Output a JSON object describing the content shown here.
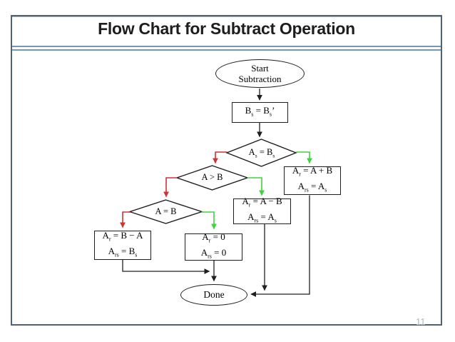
{
  "slide": {
    "title": "Flow Chart for Subtract Operation",
    "page_number": "11"
  },
  "colors": {
    "frame": "#4e6476",
    "accent": "#7099bd",
    "red": "#cf3434",
    "green": "#3ed43e",
    "line": "#1f1f1f",
    "pagenum": "#aeb9c3"
  },
  "flowchart": {
    "start": {
      "line1": "Start",
      "line2": "Subtraction"
    },
    "set_sign": "B_s = B_s’",
    "decision_signs": "A_s = B_s",
    "decision_greater": "A > B",
    "decision_equal": "A = B",
    "box_add": {
      "line1": "A_r = A + B",
      "line2": "A_rs = A_s"
    },
    "box_sub_ab": {
      "line1": "A_r = A − B",
      "line2": "A_rs = A_s"
    },
    "box_sub_ba": {
      "line1": "A_r = B − A",
      "line2": "A_rs = B_s"
    },
    "box_zero": {
      "line1": "A_r = 0",
      "line2": "A_rs = 0"
    },
    "done": "Done"
  }
}
